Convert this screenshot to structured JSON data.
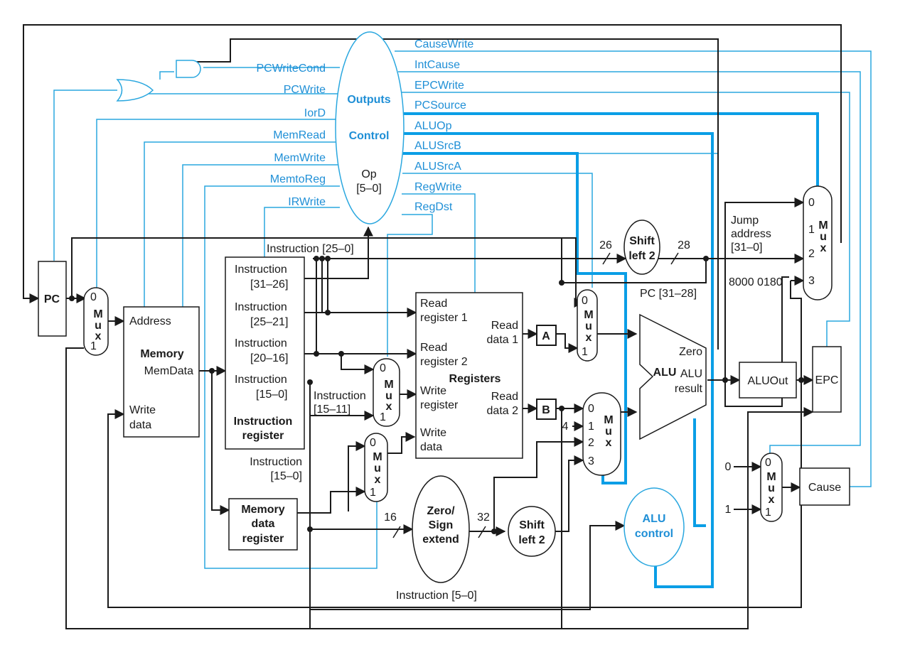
{
  "control": {
    "outputs": "Outputs",
    "control": "Control",
    "op": "Op",
    "op_bits": "[5–0]",
    "left_signals": [
      "PCWriteCond",
      "PCWrite",
      "IorD",
      "MemRead",
      "MemWrite",
      "MemtoReg",
      "IRWrite"
    ],
    "right_signals": [
      "CauseWrite",
      "IntCause",
      "EPCWrite",
      "PCSource",
      "ALUOp",
      "ALUSrcB",
      "ALUSrcA",
      "RegWrite",
      "RegDst"
    ]
  },
  "pc": "PC",
  "mux": {
    "m": "M",
    "u": "u",
    "x": "x"
  },
  "mux_inputs": {
    "zero": "0",
    "one": "1",
    "two": "2",
    "three": "3"
  },
  "memory": {
    "address": "Address",
    "title": "Memory",
    "memdata": "MemData",
    "write": "Write",
    "data": "data"
  },
  "ir": {
    "f1a": "Instruction",
    "f1b": "[31–26]",
    "f2a": "Instruction",
    "f2b": "[25–21]",
    "f3a": "Instruction",
    "f3b": "[20–16]",
    "f4a": "Instruction",
    "f4b": "[15–0]",
    "title1": "Instruction",
    "title2": "register"
  },
  "instr_25_0": "Instruction [25–0]",
  "instr_15_11a": "Instruction",
  "instr_15_11b": "[15–11]",
  "instr_15_0a": "Instruction",
  "instr_15_0b": "[15–0]",
  "instr_5_0": "Instruction [5–0]",
  "mdr": {
    "l1": "Memory",
    "l2": "data",
    "l3": "register"
  },
  "registers": {
    "rr1a": "Read",
    "rr1b": "register 1",
    "rr2a": "Read",
    "rr2b": "register 2",
    "title": "Registers",
    "wra": "Write",
    "wrb": "register",
    "wda": "Write",
    "wdb": "data",
    "rd1a": "Read",
    "rd1b": "data 1",
    "rd2a": "Read",
    "rd2b": "data 2"
  },
  "a": "A",
  "b": "B",
  "four": "4",
  "shift1": {
    "l1": "Shift",
    "l2": "left 2"
  },
  "shift2": {
    "l1": "Shift",
    "l2": "left 2"
  },
  "bits26": "26",
  "bits28": "28",
  "bits16": "16",
  "bits32": "32",
  "pc_31_28": "PC [31–28]",
  "jump": {
    "l1": "Jump",
    "l2": "address",
    "l3": "[31–0]"
  },
  "const_8000": "8000 0180",
  "alu": {
    "title": "ALU",
    "zero": "Zero",
    "result1": "ALU",
    "result2": "result"
  },
  "aluout": "ALUOut",
  "epc": "EPC",
  "cause": "Cause",
  "alu_control": {
    "l1": "ALU",
    "l2": "control"
  },
  "sign_ext": {
    "l1": "Zero/",
    "l2": "Sign",
    "l3": "extend"
  },
  "cause_in0": "0",
  "cause_in1": "1"
}
